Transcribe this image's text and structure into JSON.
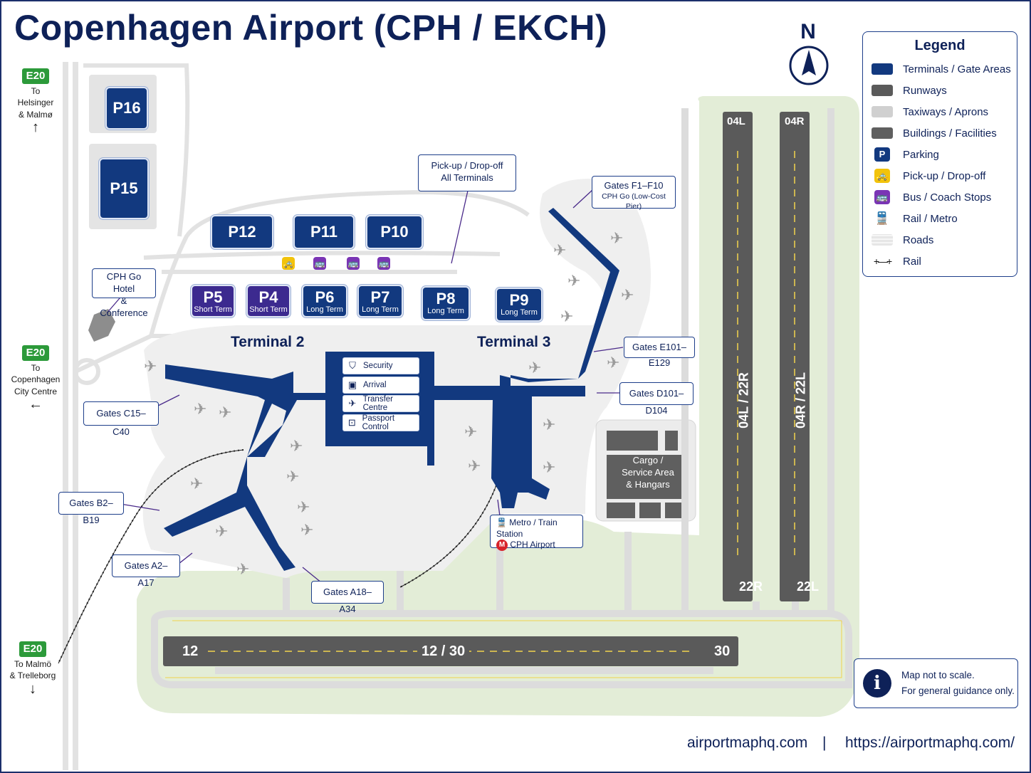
{
  "title": "Copenhagen Airport (CPH / EKCH)",
  "north": "N",
  "colors": {
    "terminal": "#12397f",
    "runway": "#5a5a5a",
    "taxiway": "#d9d9d9",
    "building": "#5a5a5a",
    "grass": "#e3edd7",
    "parking": "#12397f",
    "taxi_pickup": "#f2c30c",
    "bus": "#7a35b5",
    "e20": "#2c9a3a"
  },
  "roads": [
    {
      "badge": "E20",
      "text": "To Helsinger & Malmø",
      "arrow": "↑",
      "line1": "To Helsinger",
      "line2": "& Malmø"
    },
    {
      "badge": "E20",
      "text": "To Copenhagen City Centre",
      "arrow": "←",
      "line1": "To Copenhagen",
      "line2": "City Centre"
    },
    {
      "badge": "E20",
      "text": "To Malmö & Trelleborg",
      "arrow": "↓",
      "line1": "To Malmö",
      "line2": "& Trelleborg"
    }
  ],
  "parking": {
    "p16": "P16",
    "p15": "P15",
    "p12": "P12",
    "p11": "P11",
    "p10": "P10",
    "p5": {
      "num": "P5",
      "sub": "Short Term"
    },
    "p4": {
      "num": "P4",
      "sub": "Short Term"
    },
    "p6": {
      "num": "P6",
      "sub": "Long Term"
    },
    "p7": {
      "num": "P7",
      "sub": "Long Term"
    },
    "p8": {
      "num": "P8",
      "sub": "Long Term"
    },
    "p9": {
      "num": "P9",
      "sub": "Long Term"
    }
  },
  "terminals": {
    "t2": "Terminal 2",
    "t3": "Terminal 3"
  },
  "services": [
    "Security",
    "Arrival",
    "Transfer Centre",
    "Passport Control"
  ],
  "callouts": {
    "pickup": {
      "line1": "Pick-up / Drop-off",
      "line2": "All Terminals"
    },
    "hotel": {
      "line1": "CPH Go Hotel",
      "line2": "& Conference"
    },
    "gates_f": {
      "line1": "Gates F1–F10",
      "line2": "CPH Go (Low-Cost Pier)"
    },
    "gates_e": "Gates E101–E129",
    "gates_d": "Gates D101–D104",
    "gates_c": "Gates C15–C40",
    "gates_b": "Gates B2–B19",
    "gates_a": "Gates A2–A17",
    "gates_a18": "Gates A18–A34",
    "metro": {
      "line1": "Metro / Train Station",
      "line2": "CPH Airport"
    }
  },
  "cargo": {
    "line1": "Cargo /",
    "line2": "Service Area",
    "line3": "& Hangars"
  },
  "runways": {
    "r04L": "04L",
    "r04R": "04R",
    "r22R": "22R",
    "r22L": "22L",
    "main_04L": "04L / 22R",
    "main_04R": "04R / 22L",
    "r12": "12",
    "r30": "30",
    "main_12": "12 / 30"
  },
  "legend": {
    "title": "Legend",
    "items": [
      {
        "label": "Terminals / Gate Areas",
        "swatch": "#12397f"
      },
      {
        "label": "Runways",
        "swatch": "#5a5a5a"
      },
      {
        "label": "Taxiways / Aprons",
        "swatch": "#d0d0d0"
      },
      {
        "label": "Buildings / Facilities",
        "swatch": "#5f5f5f"
      },
      {
        "label": "Parking",
        "icon": "P"
      },
      {
        "label": "Pick-up / Drop-off",
        "icon": "taxi"
      },
      {
        "label": "Bus / Coach Stops",
        "icon": "bus"
      },
      {
        "label": "Rail / Metro",
        "icon": "rail"
      },
      {
        "label": "Roads",
        "swatch": "#e6e6e6"
      },
      {
        "label": "Rail",
        "icon": "rail-line"
      }
    ]
  },
  "note": {
    "line1": "Map not to scale.",
    "line2": "For general guidance only."
  },
  "footer": {
    "left": "airportmaphq.com",
    "sep": "|",
    "right": "https://airportmaphq.com/"
  }
}
